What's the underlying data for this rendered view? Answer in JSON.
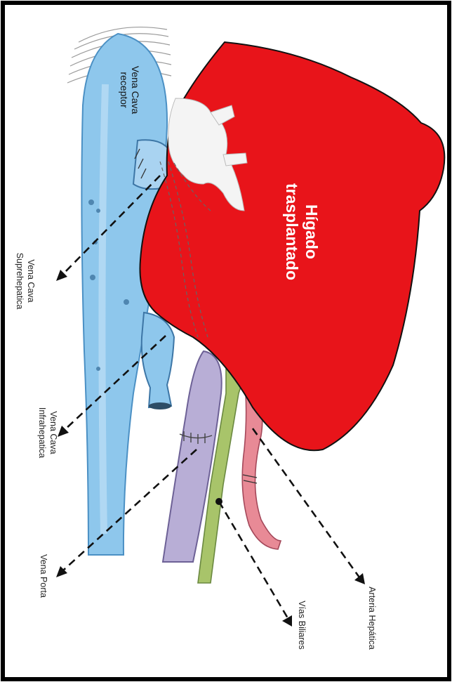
{
  "labels": {
    "liver_line1": "Hígado",
    "liver_line2": "trasplantado",
    "vena_cava_receptor_line1": "Vena Cava",
    "vena_cava_receptor_line2": "receptor",
    "suprahepatica_line1": "Vena Cava",
    "suprahepatica_line2": "Suprehepatica",
    "infrahepatica_line1": "Vena Cava",
    "infrahepatica_line2": "Infrahepatica",
    "vena_porta": "Vena Porta",
    "vias_biliares": "Vías Biliares",
    "arteria_hepatica": "Arteria Hepática"
  },
  "colors": {
    "liver": "#e8141a",
    "vena_cava": "#8ec7ec",
    "vena_porta": "#b8aed6",
    "bile_duct": "#a8c46a",
    "artery": "#e88a96",
    "frame": "#000000"
  }
}
